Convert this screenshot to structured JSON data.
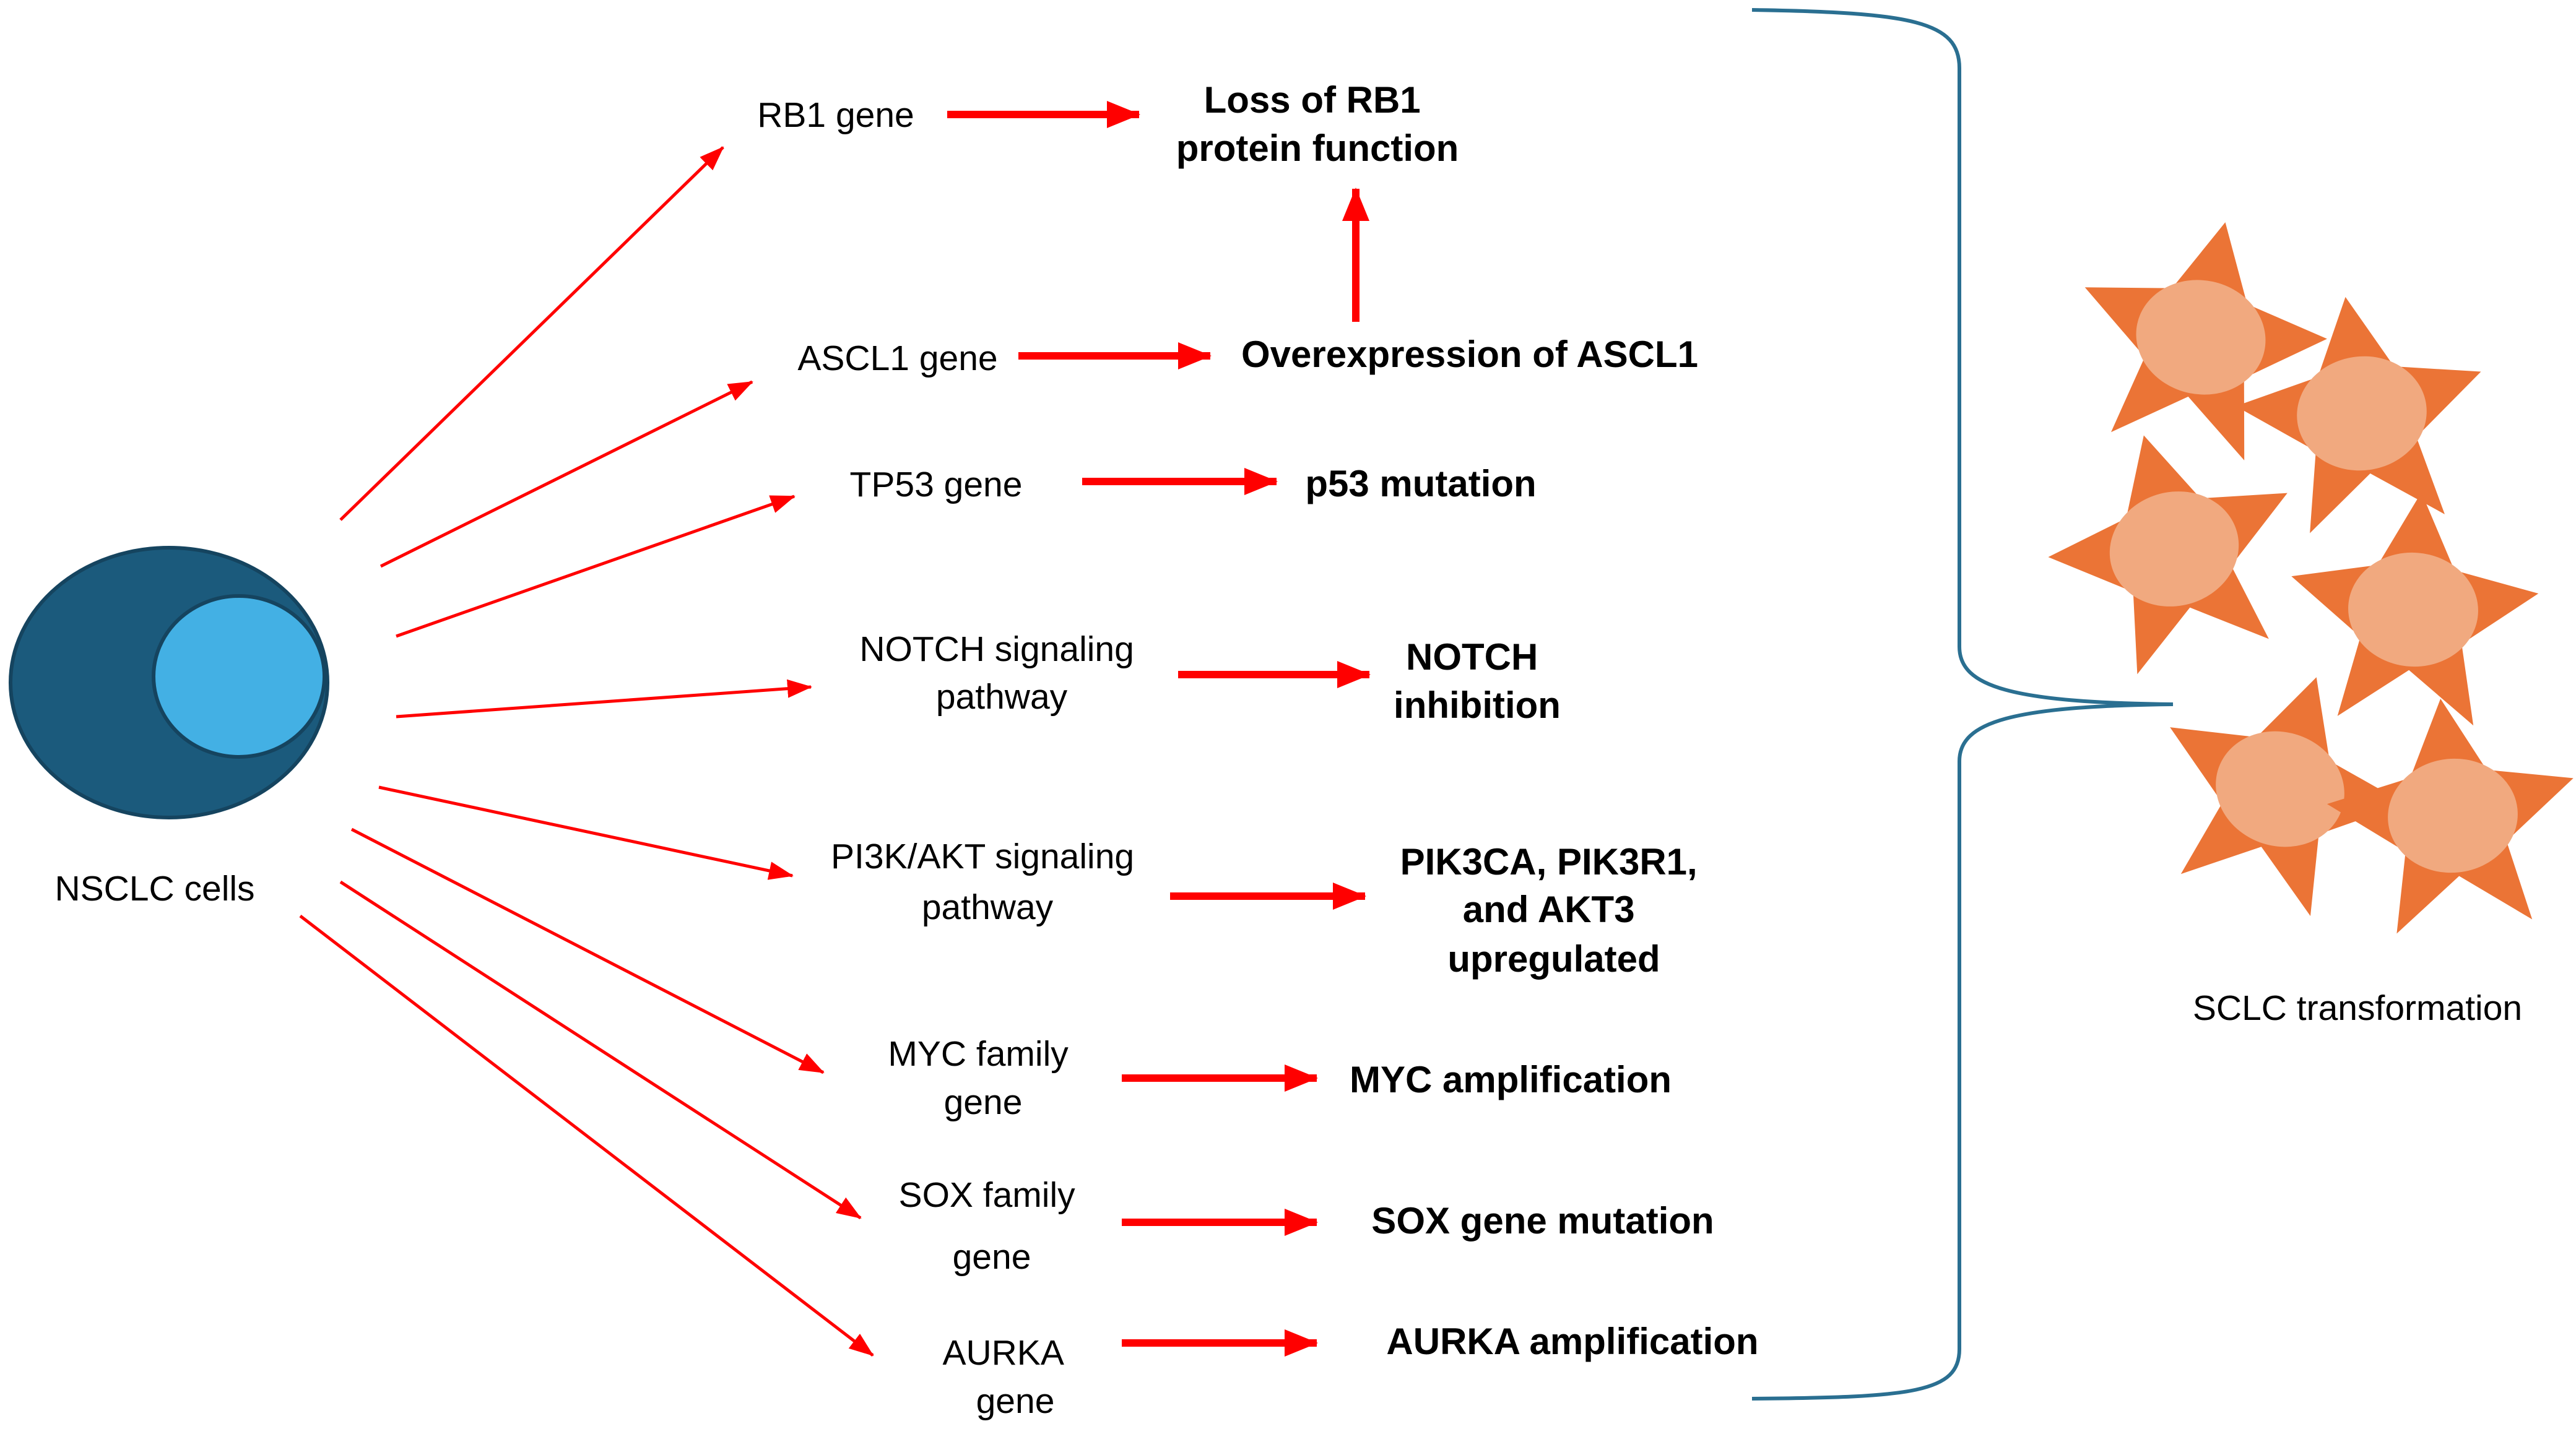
{
  "source": {
    "label": "NSCLC cells"
  },
  "target": {
    "label": "SCLC transformation"
  },
  "colors": {
    "arrow": "#ff0000",
    "cell_outer": "#1b5a7c",
    "cell_inner": "#43b0e4",
    "cell_outline": "#15445f",
    "star": "#eb7436",
    "star_nucleus": "#f1a97f",
    "brace": "#2a6f91"
  },
  "rows": [
    {
      "gene": [
        "RB1 gene"
      ],
      "effect": [
        "Loss of RB1",
        "protein function"
      ]
    },
    {
      "gene": [
        "ASCL1 gene"
      ],
      "effect": [
        "Overexpression of ASCL1"
      ]
    },
    {
      "gene": [
        "TP53 gene"
      ],
      "effect": [
        "p53 mutation"
      ]
    },
    {
      "gene": [
        "NOTCH signaling",
        "pathway"
      ],
      "effect": [
        "NOTCH",
        "inhibition"
      ]
    },
    {
      "gene": [
        "PI3K/AKT signaling",
        "pathway"
      ],
      "effect": [
        "PIK3CA, PIK3R1,",
        "and AKT3",
        "upregulated"
      ]
    },
    {
      "gene": [
        "MYC family",
        "gene"
      ],
      "effect": [
        "MYC amplification"
      ]
    },
    {
      "gene": [
        "SOX family",
        "gene"
      ],
      "effect": [
        "SOX gene mutation"
      ]
    },
    {
      "gene": [
        "AURKA",
        "gene"
      ],
      "effect": [
        "AURKA amplification"
      ]
    }
  ]
}
